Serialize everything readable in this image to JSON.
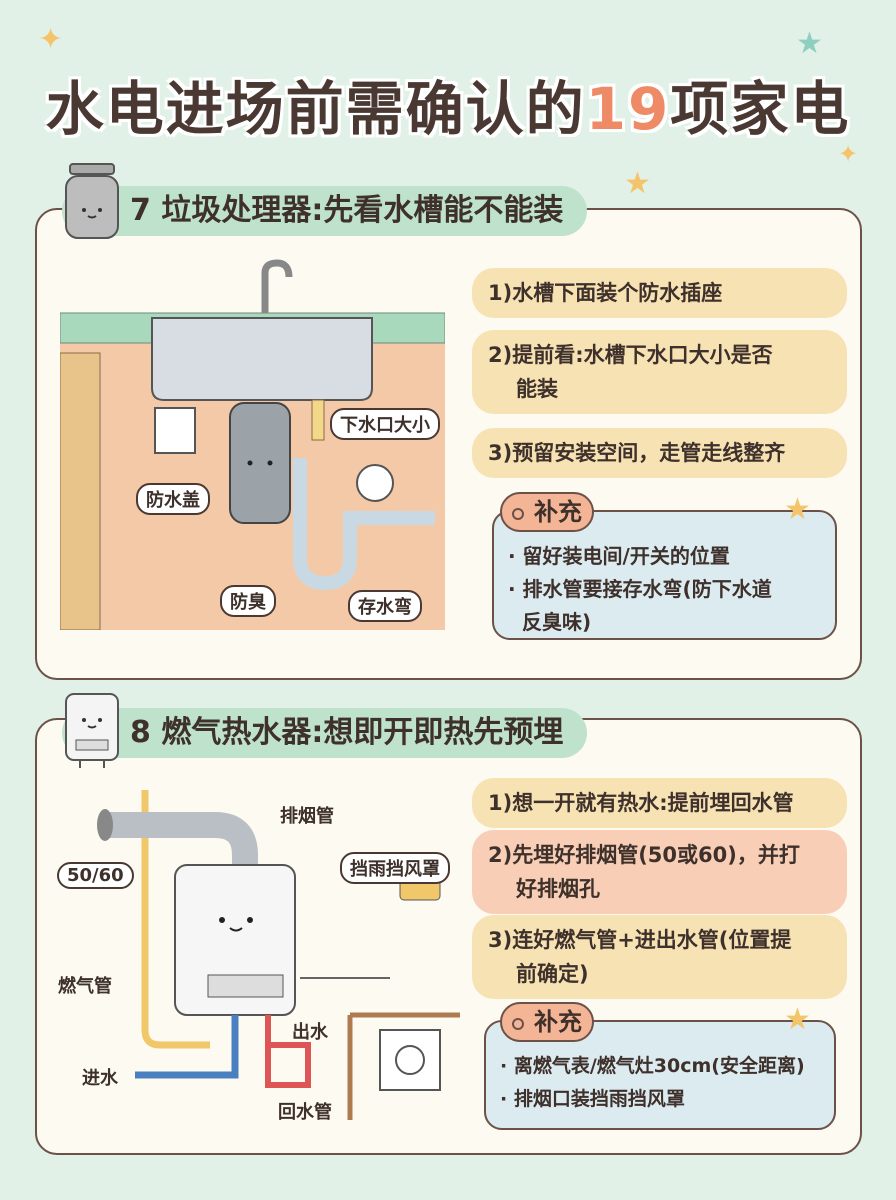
{
  "title": {
    "before": "水电进场前需确认的",
    "highlight": "19",
    "after": "项家电"
  },
  "colors": {
    "background": "#e2f1e7",
    "header": "#bfe2cd",
    "accent": "#ef8a66",
    "item": "#f7e2b4",
    "item_pink": "#f8cfb6",
    "supplement": "#dcebf0"
  },
  "sections": [
    {
      "number": "7",
      "heading": "7 垃圾处理器:先看水槽能不能装",
      "icon": "garbage-disposer-icon",
      "items": [
        {
          "line1": "1)水槽下面装个防水插座",
          "line2": ""
        },
        {
          "line1": "2)提前看:水槽下水口大小是否",
          "line2": "能装"
        },
        {
          "line1": "3)预留安装空间，走管走线整齐",
          "line2": ""
        }
      ],
      "supplement": {
        "tag": "补充",
        "lines": [
          "· 留好装电间/开关的位置",
          "· 排水管要接存水弯(防下水道",
          "反臭味)"
        ]
      },
      "labels": {
        "outlet": "下水口大小",
        "cover": "防水盖",
        "odor": "防臭",
        "trap": "存水弯"
      }
    },
    {
      "number": "8",
      "heading": "8 燃气热水器:想即开即热先预埋",
      "icon": "water-heater-icon",
      "items": [
        {
          "line1": "1)想一开就有热水:提前埋回水管",
          "line2": ""
        },
        {
          "line1": "2)先埋好排烟管(50或60)，并打",
          "line2": "好排烟孔"
        },
        {
          "line1": "3)连好燃气管+进出水管(位置提",
          "line2": "前确定)"
        }
      ],
      "supplement": {
        "tag": "补充",
        "lines": [
          "· 离燃气表/燃气灶30cm(安全距离)",
          "· 排烟口装挡雨挡风罩"
        ]
      },
      "labels": {
        "flue": "排烟管",
        "size": "50/60",
        "hood": "挡雨挡风罩",
        "gas": "燃气管",
        "inlet": "进水",
        "outlet": "出水",
        "return": "回水管"
      }
    }
  ]
}
